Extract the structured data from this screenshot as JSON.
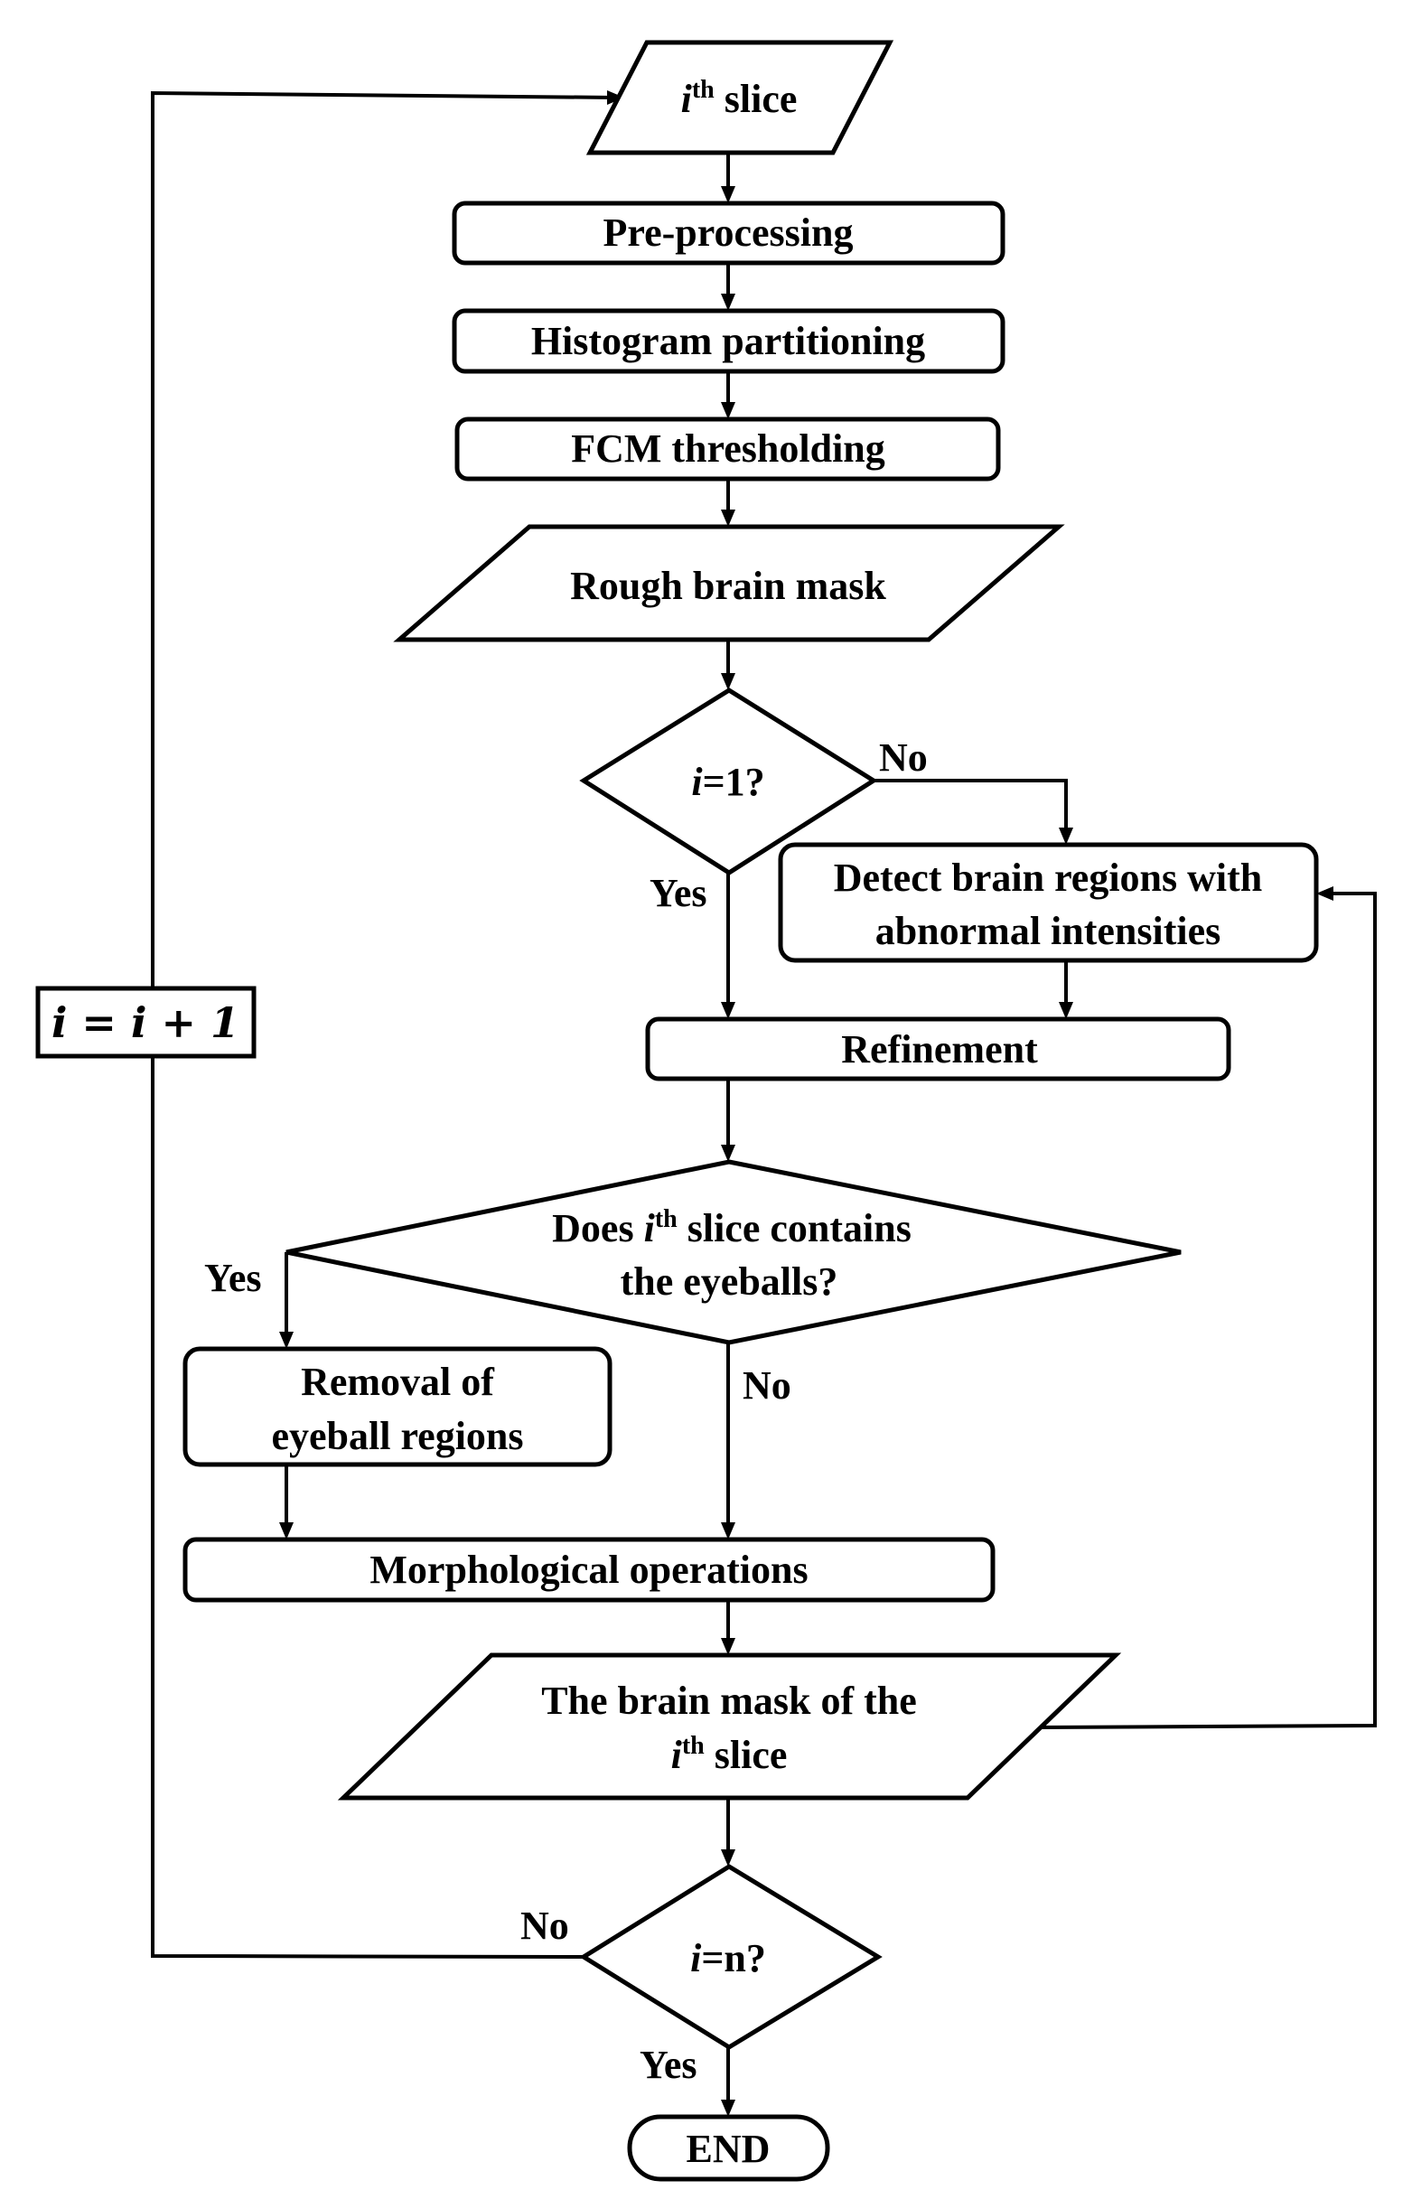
{
  "diagram": {
    "type": "flowchart",
    "colors": {
      "stroke": "#000000",
      "fill": "#ffffff",
      "text": "#000000"
    },
    "nodes": {
      "start": {
        "var": "i",
        "sup": "th",
        "text": "slice"
      },
      "preprocessing": {
        "text": "Pre-processing"
      },
      "histogram": {
        "text": "Histogram partitioning"
      },
      "fcm": {
        "text": "FCM thresholding"
      },
      "rough_mask": {
        "text": "Rough brain mask"
      },
      "decision_first": {
        "var": "i",
        "text": "=1?"
      },
      "detect": {
        "line1": "Detect brain regions with",
        "line2": "abnormal intensities"
      },
      "refinement": {
        "text": "Refinement"
      },
      "decision_eyeballs": {
        "pre": "Does",
        "var": "i",
        "sup": "th",
        "post": "slice contains",
        "line2": "the eyeballs?"
      },
      "removal": {
        "line1": "Removal of",
        "line2": "eyeball regions"
      },
      "morph": {
        "text": "Morphological operations"
      },
      "brain_mask": {
        "line1": "The brain mask of the",
        "var": "i",
        "sup": "th",
        "text": "slice"
      },
      "decision_last": {
        "var": "i",
        "text": "=n?"
      },
      "end": {
        "text": "END"
      },
      "increment": {
        "text": "i = i + 1"
      }
    },
    "edge_labels": {
      "first_no": "No",
      "first_yes": "Yes",
      "eyeballs_yes": "Yes",
      "eyeballs_no": "No",
      "last_no": "No",
      "last_yes": "Yes"
    }
  }
}
